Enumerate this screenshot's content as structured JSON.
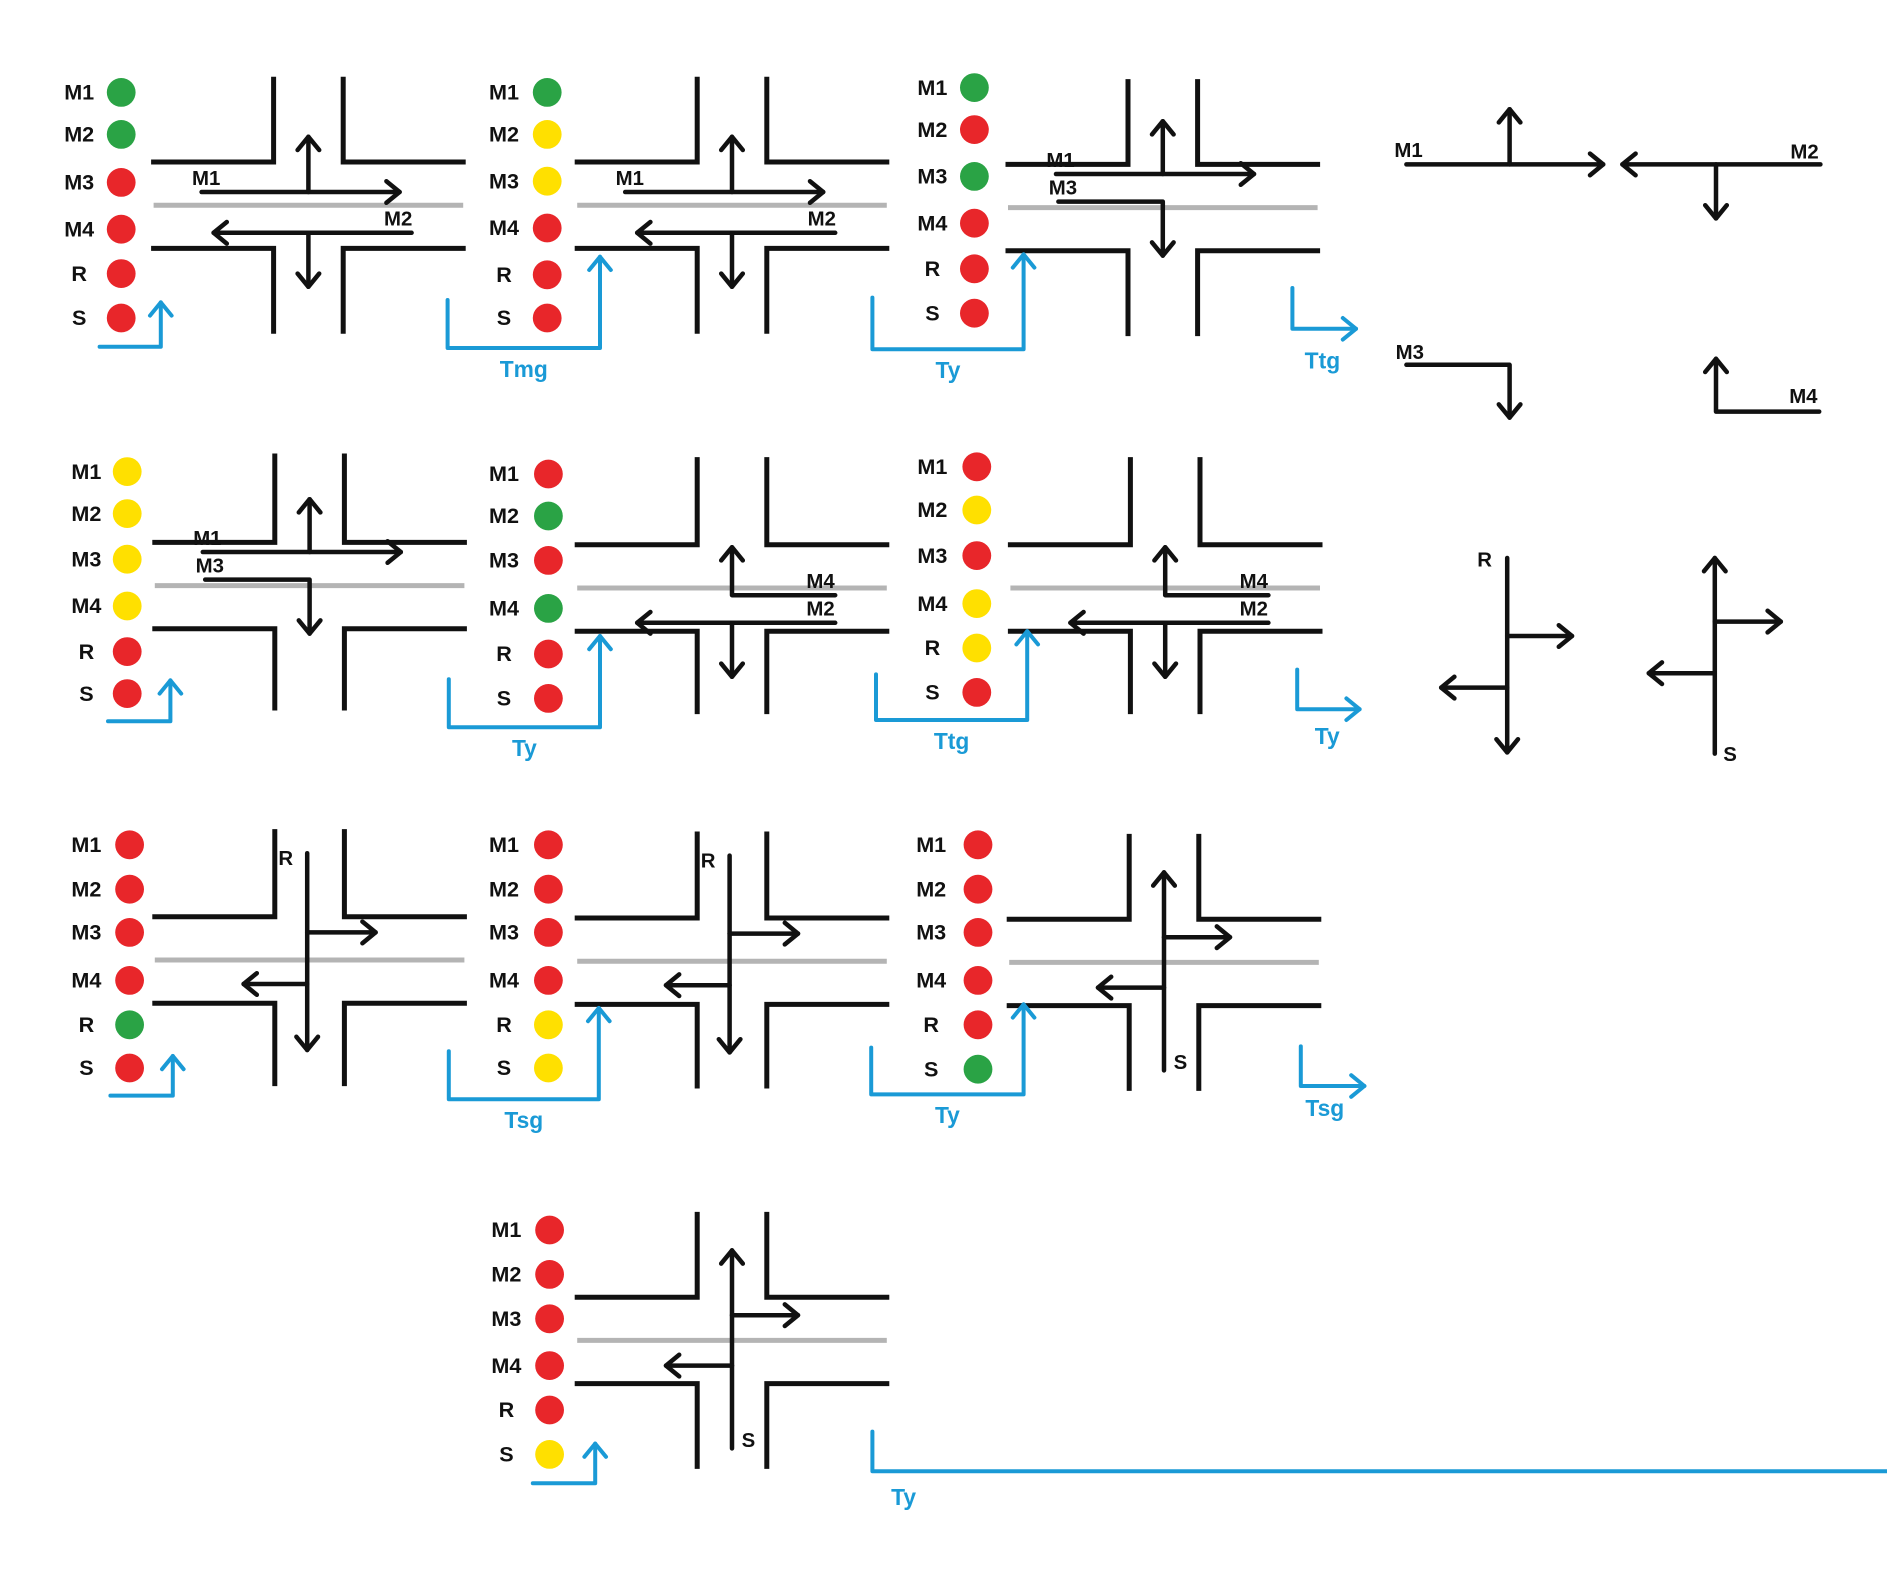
{
  "colors": {
    "green": "#2aa345",
    "yellow": "#ffe000",
    "red": "#e8262a",
    "road": "#111111",
    "median": "#b4b4b4",
    "timing": "#1a9ad6"
  },
  "signal_labels": [
    "M1",
    "M2",
    "M3",
    "M4",
    "R",
    "S"
  ],
  "states": [
    {
      "id": "s1",
      "lights": [
        "green",
        "green",
        "red",
        "red",
        "red",
        "red"
      ],
      "traffic_labels": [
        "M1",
        "M2"
      ],
      "transition": ""
    },
    {
      "id": "s2",
      "lights": [
        "green",
        "yellow",
        "yellow",
        "red",
        "red",
        "red"
      ],
      "traffic_labels": [
        "M1",
        "M2"
      ],
      "transition": "Tmg"
    },
    {
      "id": "s3",
      "lights": [
        "green",
        "red",
        "green",
        "red",
        "red",
        "red"
      ],
      "traffic_labels": [
        "M1",
        "M3"
      ],
      "transition": "Ty"
    },
    {
      "id": "s3-exit",
      "transition": "Ttg"
    },
    {
      "id": "s4",
      "lights": [
        "yellow",
        "yellow",
        "yellow",
        "yellow",
        "red",
        "red"
      ],
      "traffic_labels": [
        "M1",
        "M3"
      ],
      "transition": ""
    },
    {
      "id": "s5",
      "lights": [
        "red",
        "green",
        "red",
        "green",
        "red",
        "red"
      ],
      "traffic_labels": [
        "M4",
        "M2"
      ],
      "transition": "Ty"
    },
    {
      "id": "s6",
      "lights": [
        "red",
        "yellow",
        "red",
        "yellow",
        "yellow",
        "red"
      ],
      "traffic_labels": [
        "M4",
        "M2"
      ],
      "transition": "Ttg"
    },
    {
      "id": "s6-exit",
      "transition": "Ty"
    },
    {
      "id": "s7",
      "lights": [
        "red",
        "red",
        "red",
        "red",
        "green",
        "red"
      ],
      "traffic_labels": [
        "R"
      ],
      "transition": ""
    },
    {
      "id": "s8",
      "lights": [
        "red",
        "red",
        "red",
        "red",
        "yellow",
        "yellow"
      ],
      "traffic_labels": [
        "R"
      ],
      "transition": "Tsg"
    },
    {
      "id": "s9",
      "lights": [
        "red",
        "red",
        "red",
        "red",
        "red",
        "green"
      ],
      "traffic_labels": [
        "S"
      ],
      "transition": "Ty"
    },
    {
      "id": "s9-exit",
      "transition": "Tsg"
    },
    {
      "id": "s10",
      "lights": [
        "red",
        "red",
        "red",
        "red",
        "red",
        "yellow"
      ],
      "traffic_labels": [
        "S"
      ],
      "transition": ""
    },
    {
      "id": "s10-exit",
      "transition": "Ty"
    }
  ],
  "legend": {
    "movements": [
      "M1",
      "M2",
      "M3",
      "M4",
      "R",
      "S"
    ]
  }
}
